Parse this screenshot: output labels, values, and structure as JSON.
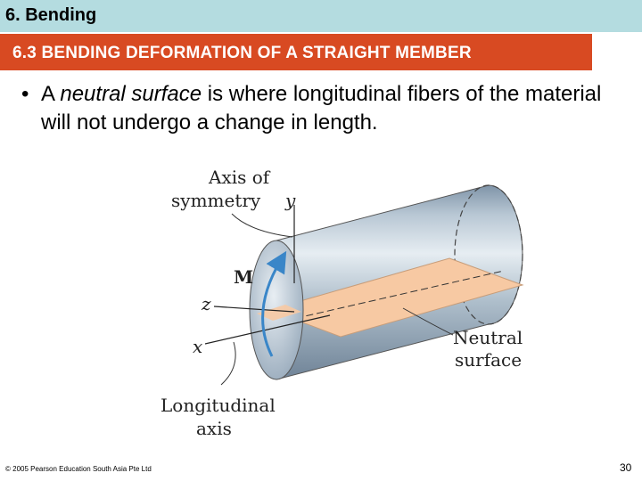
{
  "header": {
    "chapter": "6. Bending",
    "section": "6.3 BENDING DEFORMATION OF A STRAIGHT MEMBER"
  },
  "bullet": {
    "dot": "•",
    "prefix": "A ",
    "emphasis": "neutral surface",
    "suffix": " is where longitudinal fibers of the material will not undergo a change in length."
  },
  "figure": {
    "axis_of_symmetry_line1": "Axis of",
    "axis_of_symmetry_line2": "symmetry",
    "y_label": "y",
    "m_label": "M",
    "z_label": "z",
    "x_label": "x",
    "neutral_line1": "Neutral",
    "neutral_line2": "surface",
    "longitudinal_line1": "Longitudinal",
    "longitudinal_line2": "axis"
  },
  "footer": {
    "copyright": "© 2005 Pearson Education South Asia Pte Ltd",
    "page_number": "30"
  },
  "colors": {
    "title_bar": "#b4dce0",
    "section_bar": "#d84a22",
    "neutral_surface": "#f7c9a3",
    "cylinder": "#a9bac8",
    "moment_arrow": "#3a86c8"
  }
}
